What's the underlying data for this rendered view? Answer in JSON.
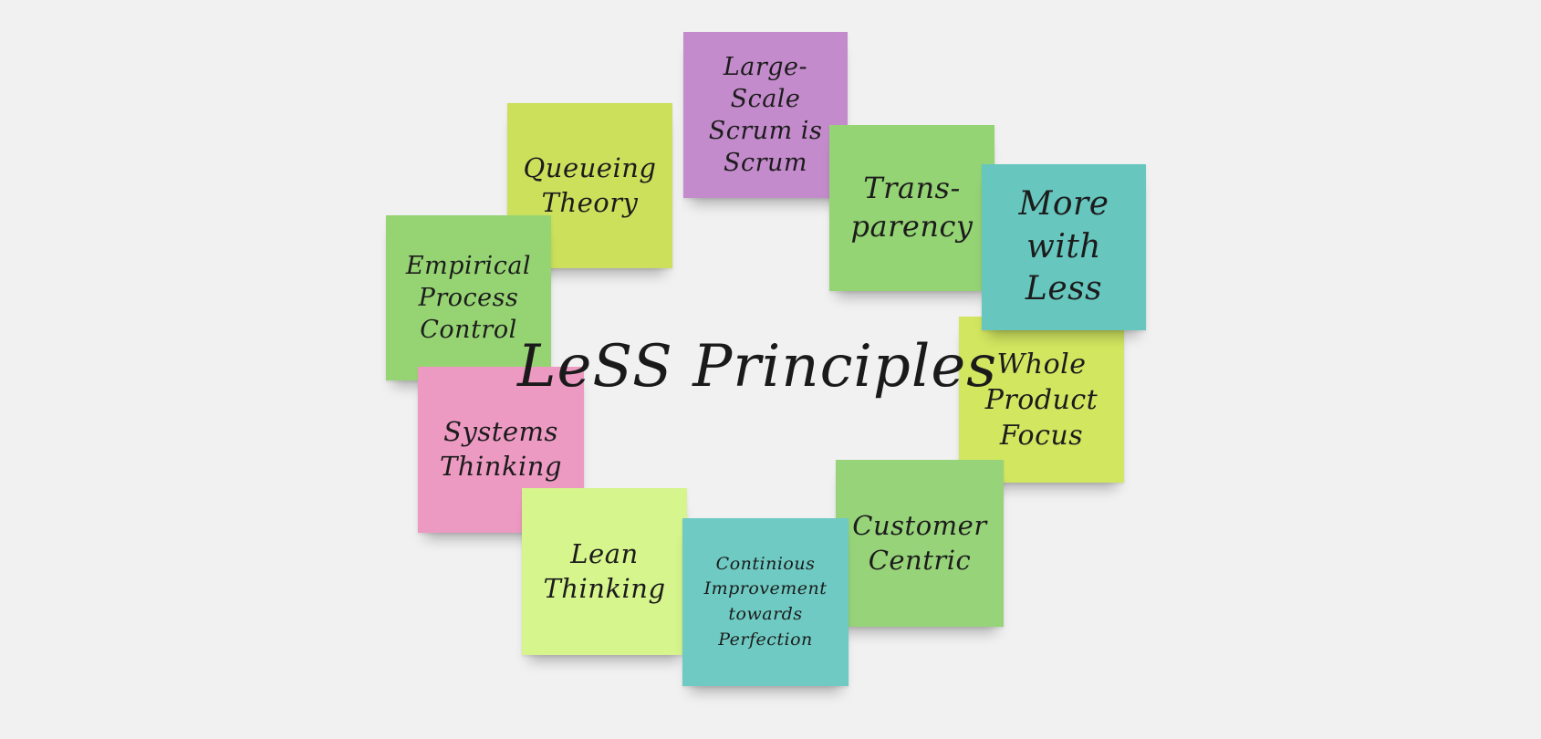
{
  "center": {
    "title": "LeSS Principles"
  },
  "notes": [
    {
      "key": "large-scale-scrum",
      "text": "Large-\nScale\nScrum is\nScrum",
      "color": "#c48bcc"
    },
    {
      "key": "queueing-theory",
      "text": "Queueing\nTheory",
      "color": "#cde05c"
    },
    {
      "key": "transparency",
      "text": "Trans-\nparency",
      "color": "#94d474"
    },
    {
      "key": "more-with-less",
      "text": "More\nwith\nLess",
      "color": "#67c6be"
    },
    {
      "key": "empirical-process-control",
      "text": "Empirical\nProcess\nControl",
      "color": "#96d473"
    },
    {
      "key": "whole-product-focus",
      "text": "Whole\nProduct\nFocus",
      "color": "#d2e660"
    },
    {
      "key": "systems-thinking",
      "text": "Systems\nThinking",
      "color": "#ed9ac2"
    },
    {
      "key": "customer-centric",
      "text": "Customer\nCentric",
      "color": "#97d479"
    },
    {
      "key": "lean-thinking",
      "text": "Lean\nThinking",
      "color": "#d6f58c"
    },
    {
      "key": "continuous-improvement",
      "text": "Continious\nImprovement\ntowards\nPerfection",
      "color": "#6ecac2"
    }
  ]
}
